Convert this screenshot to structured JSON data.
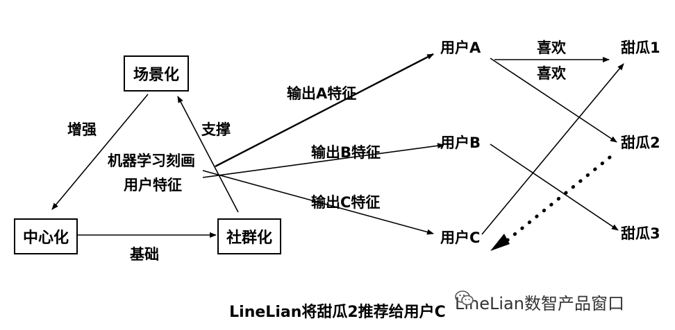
{
  "boxes": {
    "scene": "场景化",
    "center": "中心化",
    "community": "社群化"
  },
  "labels": {
    "enhance": "增强",
    "support": "支撑",
    "basis": "基础",
    "ml_line1": "机器学习刻画",
    "ml_line2": "用户特征",
    "output_a": "输出A特征",
    "output_b": "输出B特征",
    "output_c": "输出C特征",
    "user_a": "用户A",
    "user_b": "用户B",
    "user_c": "用户C",
    "like_1": "喜欢",
    "like_2": "喜欢",
    "melon_1": "甜瓜1",
    "melon_2": "甜瓜2",
    "melon_3": "甜瓜3"
  },
  "caption": "LineLian将甜瓜2推荐给用户C",
  "watermark": {
    "icon": "wechat-icon",
    "text": "LineLian数智产品窗口"
  }
}
